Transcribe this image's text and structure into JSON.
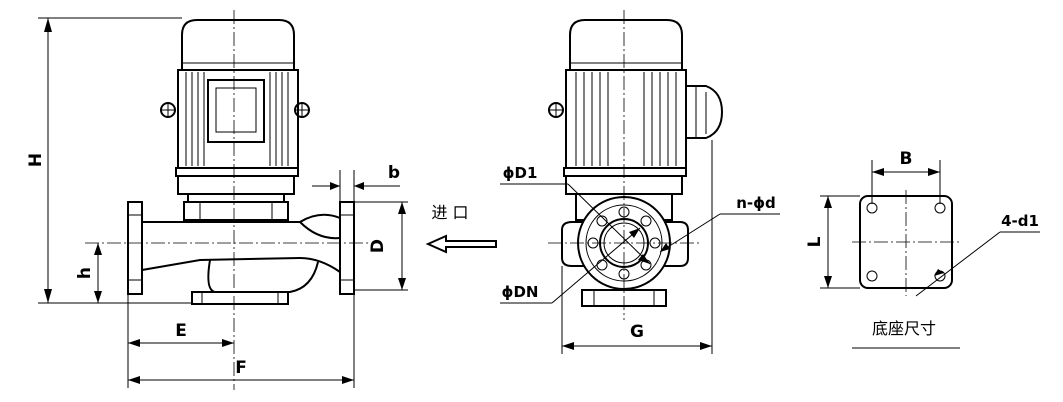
{
  "labels": {
    "H": "H",
    "h": "h",
    "E": "E",
    "F": "F",
    "b": "b",
    "D": "D",
    "inlet": "进 口",
    "phiD1": "ϕD1",
    "phiDN": "ϕDN",
    "n_phi_d": "n-ϕd",
    "G": "G",
    "B": "B",
    "L": "L",
    "four_d1": "4-d1",
    "base_size": "底座尺寸"
  }
}
